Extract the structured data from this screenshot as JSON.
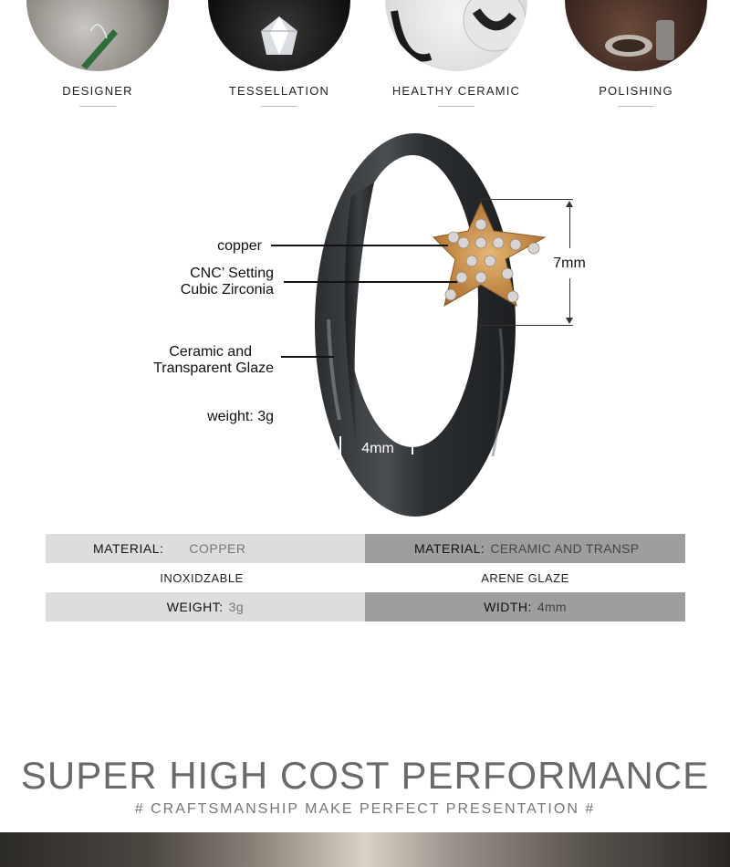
{
  "features": [
    {
      "label": "DESIGNER",
      "icon": "designer-pen-icon"
    },
    {
      "label": "TESSELLATION",
      "icon": "diamond-icon"
    },
    {
      "label": "HEALTHY CERAMIC",
      "icon": "ceramic-ring-icon"
    },
    {
      "label": "POLISHING",
      "icon": "polishing-hand-icon"
    }
  ],
  "diagram": {
    "copper": "copper",
    "cnc_line1": "CNC’ Setting",
    "cnc_line2": "Cubic Zirconia",
    "ceramic_line1": "Ceramic and",
    "ceramic_line2": "Transparent Glaze",
    "weight": "weight: 3g",
    "height_dim": "7mm",
    "width_dim": "4mm"
  },
  "specs": {
    "material1_key": "MATERIAL:",
    "material1_val": "COPPER",
    "material1_cont": "INOXIDZABLE",
    "material2_key": "MATERIAL:",
    "material2_val": "CERAMIC AND TRANSP",
    "material2_cont": "ARENE GLAZE",
    "weight_key": "WEIGHT:",
    "weight_val": "3g",
    "width_key": "WIDTH:",
    "width_val": "4mm"
  },
  "headline": "SUPER HIGH COST PERFORMANCE",
  "subline": "# CRAFTSMANSHIP MAKE  PERFECT PRESENTATION #",
  "colors": {
    "ring": "#3a3d40",
    "gold": "#c58a3a",
    "band_light": "#d8d8d8",
    "band_dark": "#9c9c9c"
  }
}
